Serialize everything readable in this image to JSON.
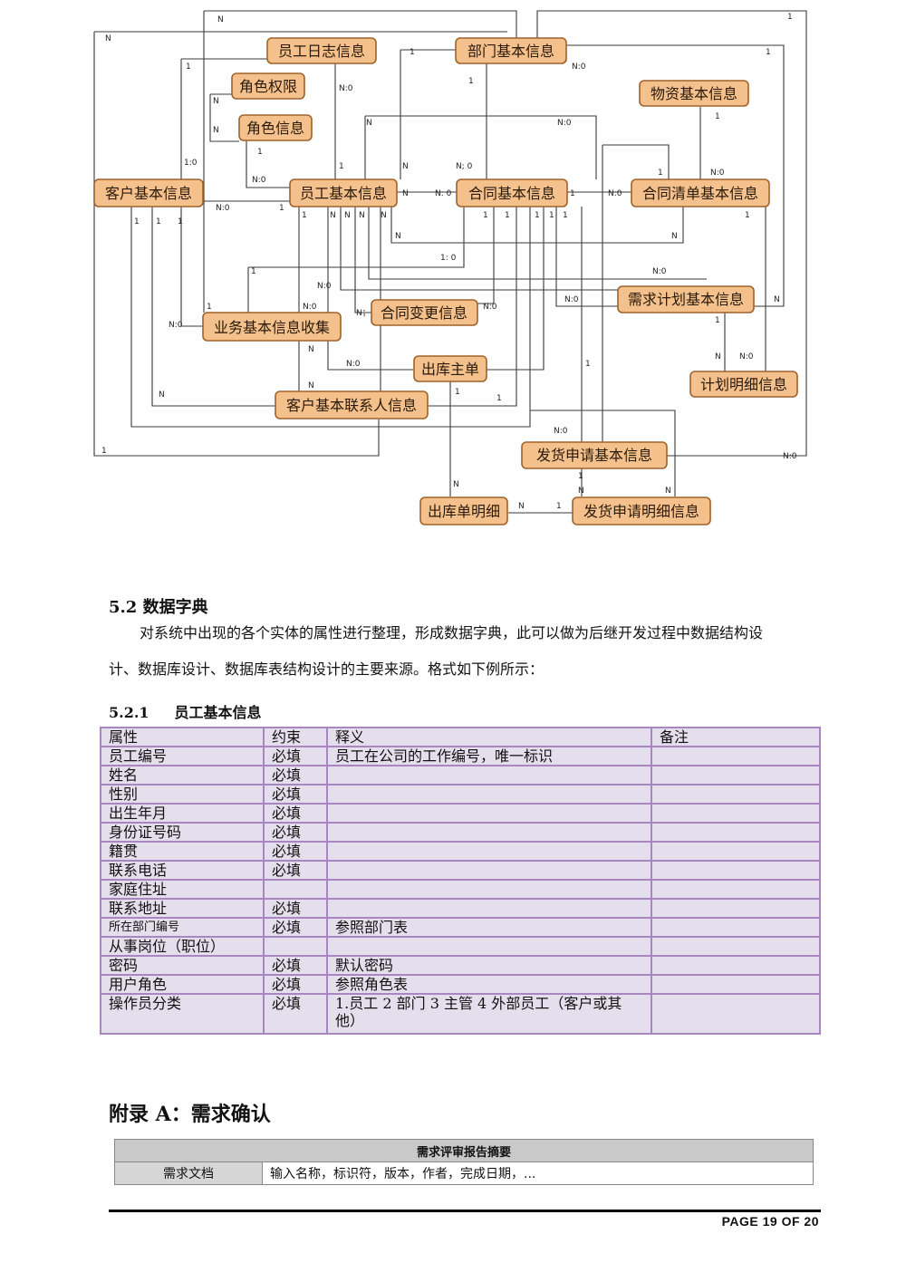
{
  "diagram": {
    "nodes": {
      "staff_log": "员工日志信息",
      "dept": "部门基本信息",
      "role_perm": "角色权限",
      "role_info": "角色信息",
      "material": "物资基本信息",
      "customer": "客户基本信息",
      "staff": "员工基本信息",
      "contract": "合同基本信息",
      "contract_list": "合同清单基本信息",
      "demand_plan": "需求计划基本信息",
      "business": "业务基本信息收集",
      "contract_change": "合同变更信息",
      "outbound": "出库主单",
      "plan_detail": "计划明细信息",
      "cust_contact": "客户基本联系人信息",
      "ship_apply": "发货申请基本信息",
      "outbound_detail": "出库单明细",
      "ship_detail": "发货申请明细信息"
    },
    "labels": {
      "n": "N",
      "one": "1",
      "n0": "N:0",
      "one0": "1:0",
      "n_sp0": "N: 0",
      "n0_var": "N；0",
      "n_semi0": "N; 0",
      "one_sp0": "1: 0"
    }
  },
  "section": {
    "title": "5.2 数据字典",
    "para1": "对系统中出现的各个实体的属性进行整理，形成数据字典，此可以做为后继开发过程中数据结构设",
    "para2": "计、数据库设计、数据库表结构设计的主要来源。格式如下例所示："
  },
  "subsection": {
    "number": "5.2.1",
    "title": "员工基本信息"
  },
  "dict_table": {
    "headers": [
      "属性",
      "约束",
      "释义",
      "备注"
    ],
    "rows": [
      [
        "员工编号",
        "必填",
        "员工在公司的工作编号，唯一标识",
        ""
      ],
      [
        "姓名",
        "必填",
        "",
        ""
      ],
      [
        "性别",
        "必填",
        "",
        ""
      ],
      [
        "出生年月",
        "必填",
        "",
        ""
      ],
      [
        "身份证号码",
        "必填",
        "",
        ""
      ],
      [
        "籍贯",
        "必填",
        "",
        ""
      ],
      [
        "联系电话",
        "必填",
        "",
        ""
      ],
      [
        "家庭住址",
        "",
        "",
        ""
      ],
      [
        "联系地址",
        "必填",
        "",
        ""
      ],
      [
        "所在部门编号",
        "必填",
        "参照部门表",
        ""
      ],
      [
        "从事岗位（职位）",
        "",
        "",
        ""
      ],
      [
        "密码",
        "必填",
        "默认密码",
        ""
      ],
      [
        "用户角色",
        "必填",
        "参照角色表",
        ""
      ],
      [
        "操作员分类",
        "必填",
        "1.员工 2 部门 3 主管 4 外部员工（客户或其他）",
        ""
      ]
    ]
  },
  "appendix": {
    "title": "附录 A：需求确认",
    "table_header": "需求评审报告摘要",
    "row_key": "需求文档",
    "row_value": "输入名称，标识符，版本，作者，完成日期，..."
  },
  "footer": {
    "page": "PAGE 19 OF 20"
  },
  "colors": {
    "node_fill": "#f4c08c",
    "node_border": "#a0622a",
    "table_fill": "#e5deec",
    "table_border": "#a887c0"
  }
}
